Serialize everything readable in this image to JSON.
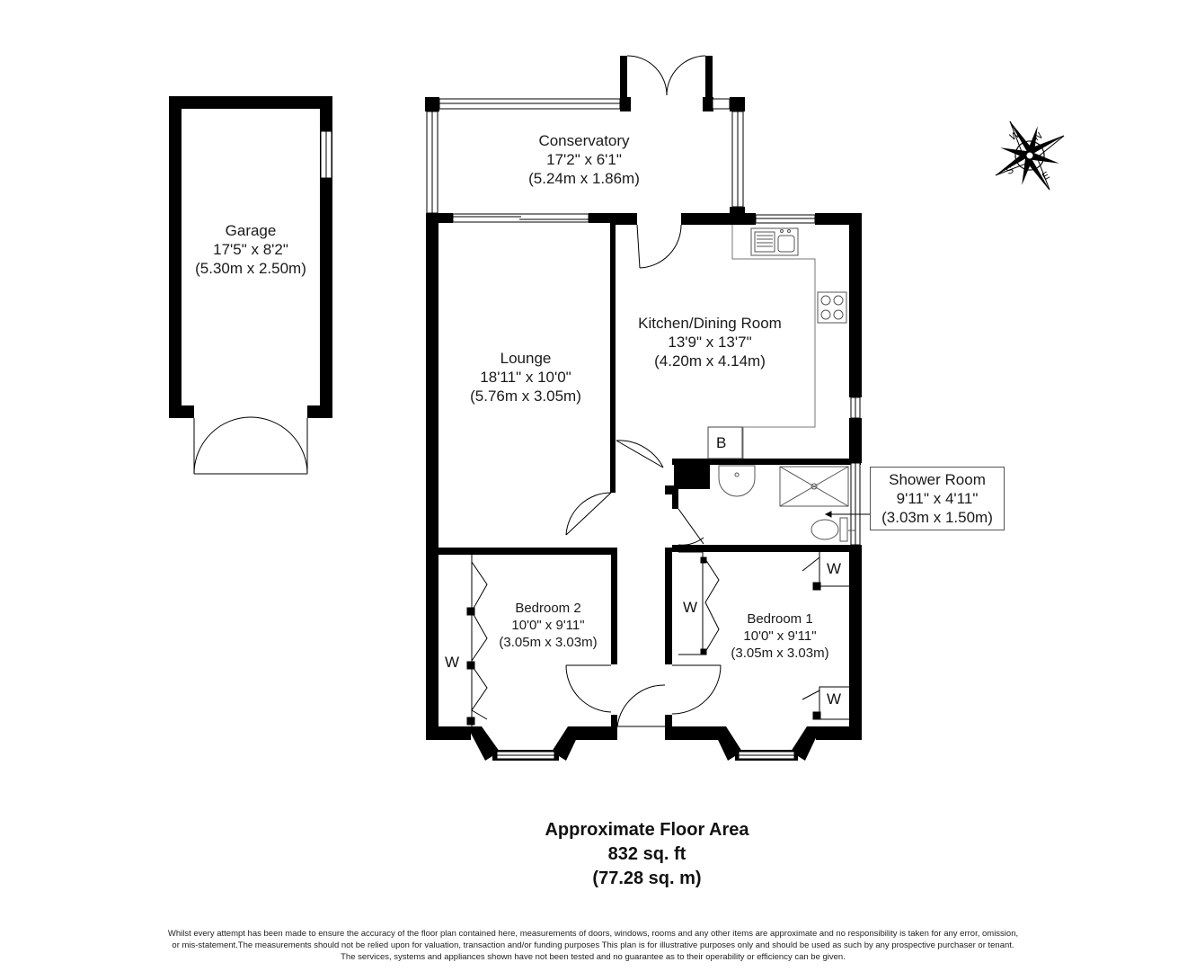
{
  "rooms": {
    "garage": {
      "name": "Garage",
      "imperial": "17'5\" x 8'2\"",
      "metric": "(5.30m x 2.50m)"
    },
    "conservatory": {
      "name": "Conservatory",
      "imperial": "17'2\" x 6'1\"",
      "metric": "(5.24m x 1.86m)"
    },
    "lounge": {
      "name": "Lounge",
      "imperial": "18'11\" x 10'0\"",
      "metric": "(5.76m x 3.05m)"
    },
    "kitchen": {
      "name": "Kitchen/Dining Room",
      "imperial": "13'9\" x 13'7\"",
      "metric": "(4.20m x 4.14m)"
    },
    "shower": {
      "name": "Shower Room",
      "imperial": "9'11\" x 4'11\"",
      "metric": "(3.03m x 1.50m)"
    },
    "bedroom2": {
      "name": "Bedroom 2",
      "imperial": "10'0\" x 9'11\"",
      "metric": "(3.05m x 3.03m)"
    },
    "bedroom1": {
      "name": "Bedroom 1",
      "imperial": "10'0\" x 9'11\"",
      "metric": "(3.05m x 3.03m)"
    }
  },
  "marks": {
    "boiler": "B",
    "wardrobe": "W"
  },
  "compass": {
    "n": "N",
    "e": "E",
    "s": "S",
    "w": "W"
  },
  "floor_area": {
    "title": "Approximate Floor Area",
    "imperial": "832 sq. ft",
    "metric": "(77.28 sq. m)"
  },
  "disclaimer": {
    "line1": "Whilst every attempt has been made to ensure the accuracy of the floor plan contained here, measurements of doors, windows, rooms and any other items are approximate and no responsibility is taken for any error, omission,",
    "line2": "or mis-statement.The measurements should not be relied upon for valuation, transaction and/or funding purposes This plan is for illustrative purposes only and should be used as such by any prospective purchaser or tenant.",
    "line3": "The services, systems and appliances shown have not been tested and no guarantee as to their operability or efficiency can be given."
  },
  "colors": {
    "wall": "#000000",
    "fixture": "#555555",
    "background": "#ffffff"
  }
}
